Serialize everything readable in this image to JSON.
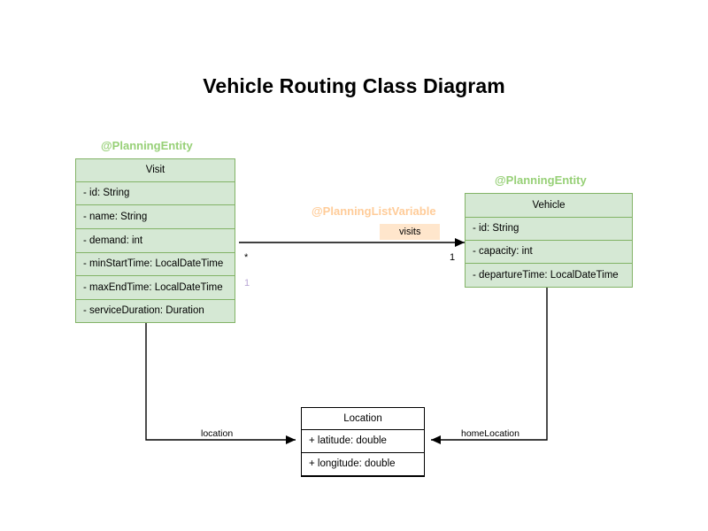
{
  "page": {
    "title": "Vehicle Routing Class Diagram",
    "background": "#ffffff"
  },
  "theme": {
    "class_fill": "#d5e8d4",
    "class_stroke": "#82b366",
    "plain_fill": "#ffffff",
    "plain_stroke": "#000000",
    "annotation_green": "#97d077",
    "annotation_orange": "#ffcc99",
    "badge_fill": "#ffe6cc",
    "edge_stroke": "#000000",
    "muted_mult": "#b9a7d6"
  },
  "classes": [
    {
      "id": "visit",
      "name": "Visit",
      "annotation": "@PlanningEntity",
      "annotation_color": "green",
      "attributes": [
        "- id: String",
        "- name: String",
        "- demand: int",
        "- minStartTime: LocalDateTime",
        "- maxEndTime: LocalDateTime",
        "- serviceDuration: Duration"
      ]
    },
    {
      "id": "vehicle",
      "name": "Vehicle",
      "annotation": "@PlanningEntity",
      "annotation_color": "green",
      "attributes": [
        "- id: String",
        "- capacity: int",
        "- departureTime: LocalDateTime"
      ]
    },
    {
      "id": "location",
      "name": "Location",
      "annotation": "",
      "annotation_color": "",
      "attributes": [
        "+ latitude: double",
        "+ longitude: double"
      ]
    }
  ],
  "relations": {
    "visits": {
      "annotation": "@PlanningListVariable",
      "label": "visits",
      "source": "Vehicle",
      "target": "Visit",
      "source_multiplicity": "1",
      "target_multiplicity": "*",
      "extra_multiplicity": "1",
      "arrow": "left"
    },
    "location": {
      "label": "location",
      "source": "Visit",
      "target": "Location",
      "arrow": "right"
    },
    "home_location": {
      "label": "homeLocation",
      "source": "Vehicle",
      "target": "Location",
      "arrow": "left"
    }
  }
}
